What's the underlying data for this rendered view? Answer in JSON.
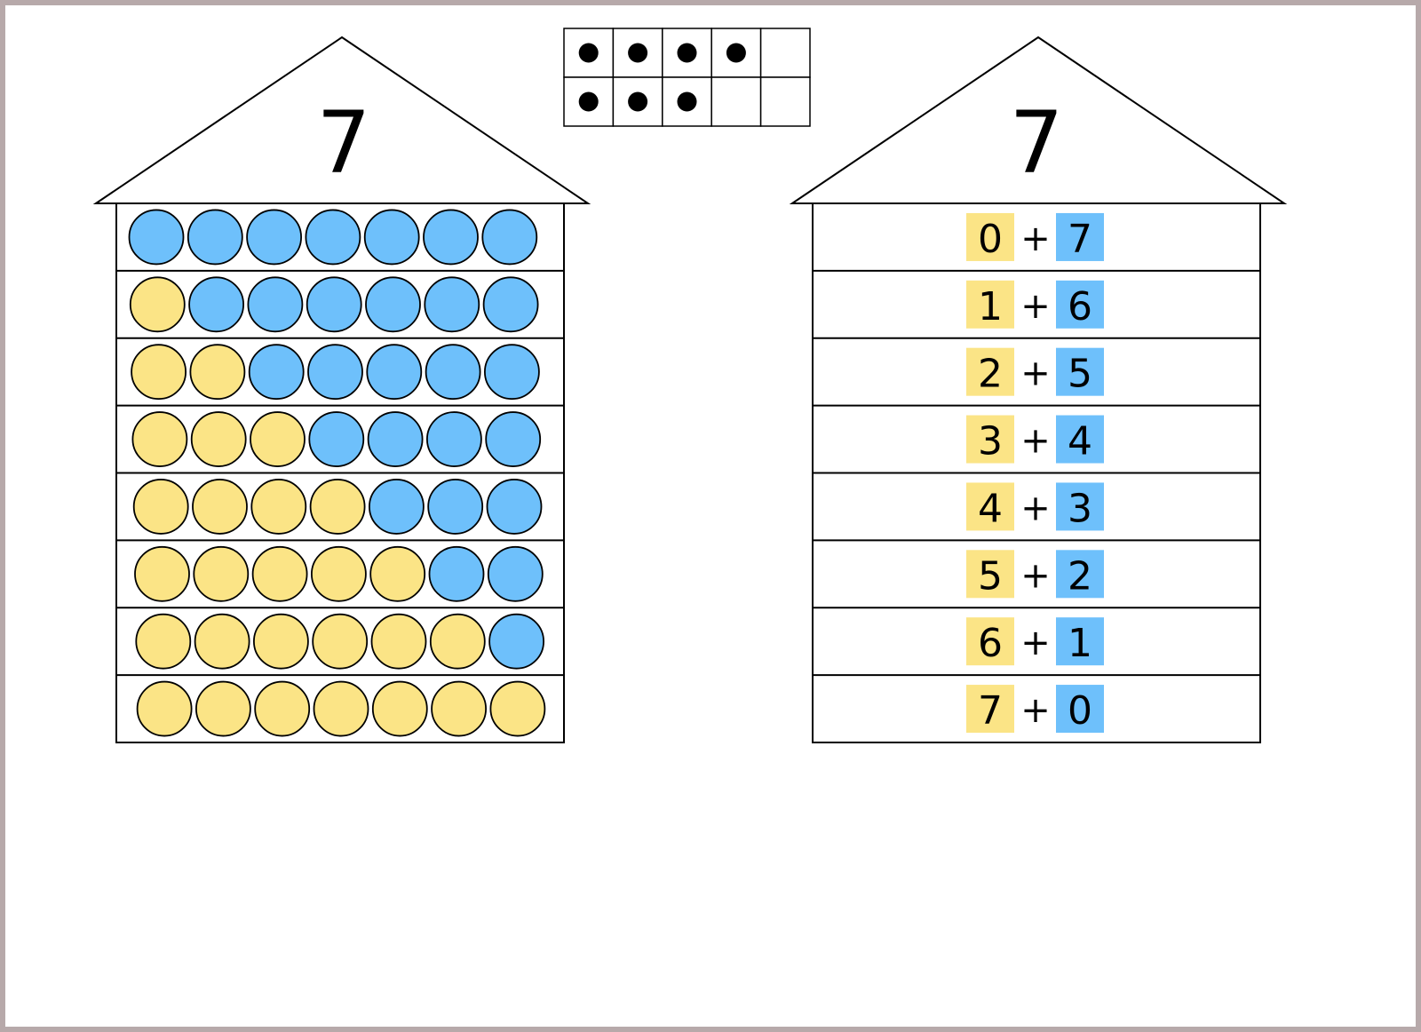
{
  "number": "7",
  "operator": "+",
  "colors": {
    "yellow": "#fbe486",
    "blue": "#6ec0fb",
    "dot": "#000000",
    "line": "#000000",
    "background": "#ffffff",
    "frame": "#b7a9aa"
  },
  "ten_frame": {
    "total_cells": 10,
    "filled": [
      true,
      true,
      true,
      true,
      false,
      true,
      true,
      true,
      false,
      false
    ]
  },
  "counter_house": {
    "roof_number": "7",
    "rows": [
      {
        "yellow": 0,
        "blue": 7
      },
      {
        "yellow": 1,
        "blue": 6
      },
      {
        "yellow": 2,
        "blue": 5
      },
      {
        "yellow": 3,
        "blue": 4
      },
      {
        "yellow": 4,
        "blue": 3
      },
      {
        "yellow": 5,
        "blue": 2
      },
      {
        "yellow": 6,
        "blue": 1
      },
      {
        "yellow": 7,
        "blue": 0
      }
    ]
  },
  "equation_house": {
    "roof_number": "7",
    "rows": [
      {
        "yellow": "0",
        "blue": "7"
      },
      {
        "yellow": "1",
        "blue": "6"
      },
      {
        "yellow": "2",
        "blue": "5"
      },
      {
        "yellow": "3",
        "blue": "4"
      },
      {
        "yellow": "4",
        "blue": "3"
      },
      {
        "yellow": "5",
        "blue": "2"
      },
      {
        "yellow": "6",
        "blue": "1"
      },
      {
        "yellow": "7",
        "blue": "0"
      }
    ]
  }
}
